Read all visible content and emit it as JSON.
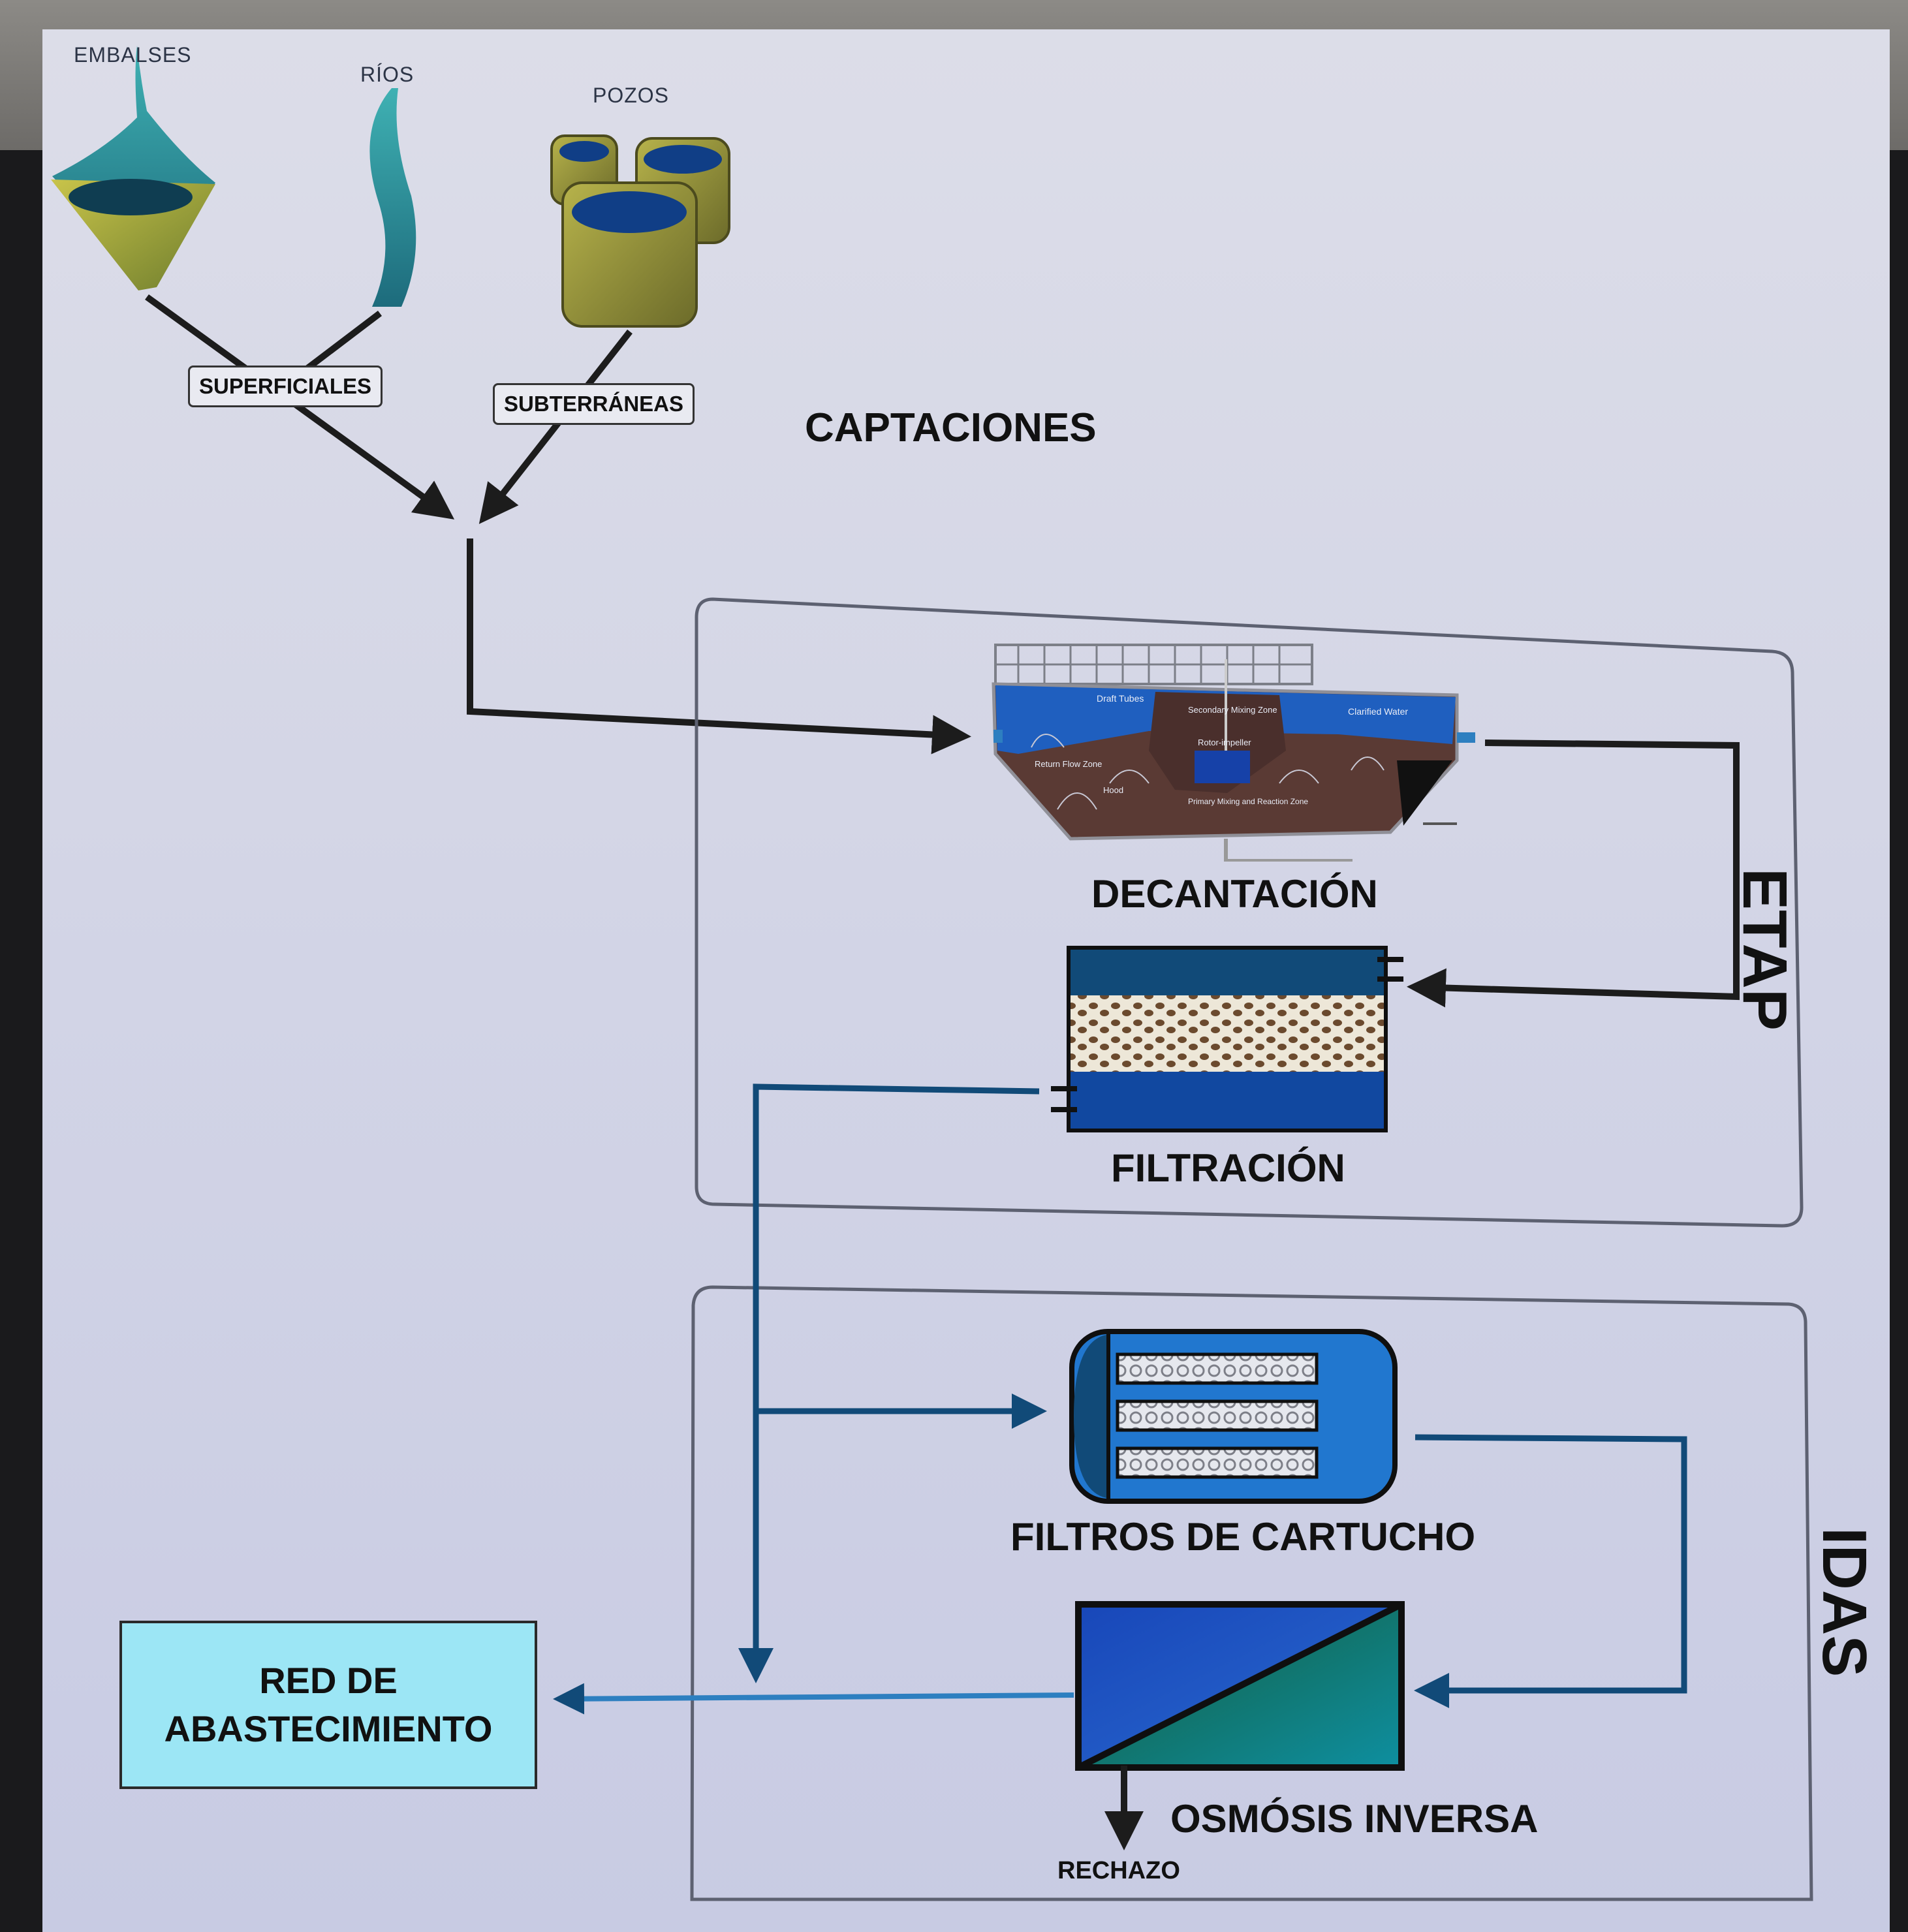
{
  "sources": {
    "embalses": "EMBALSES",
    "rios": "RÍOS",
    "pozos": "POZOS"
  },
  "tags": {
    "superficiales": "SUPERFICIALES",
    "subterraneas": "SUBTERRÁNEAS"
  },
  "captaciones": "CAPTACIONES",
  "etap": {
    "label": "ETAP",
    "decantacion": "DECANTACIÓN",
    "filtracion": "FILTRACIÓN",
    "tank_labels": [
      "Draft Tubes",
      "Secondary Mixing Zone",
      "Rotor-impeller",
      "Clarified Water",
      "Return Flow Zone",
      "Hood",
      "Primary Mixing and Reaction Zone"
    ]
  },
  "idas": {
    "label": "IDAS",
    "filtros_cartucho": "FILTROS DE CARTUCHO",
    "osmosis": "OSMÓSIS INVERSA",
    "rechazo": "RECHAZO"
  },
  "red": {
    "line1": "RED DE",
    "line2": "ABASTECIMIENTO"
  },
  "colors": {
    "pipe_dark": "#1c1c1c",
    "pipe_blue": "#114a78",
    "pipe_light": "#2d7fc0",
    "water": "#1f5fbf",
    "sludge": "#5a3a34",
    "red_box": "#9ce6f5"
  }
}
